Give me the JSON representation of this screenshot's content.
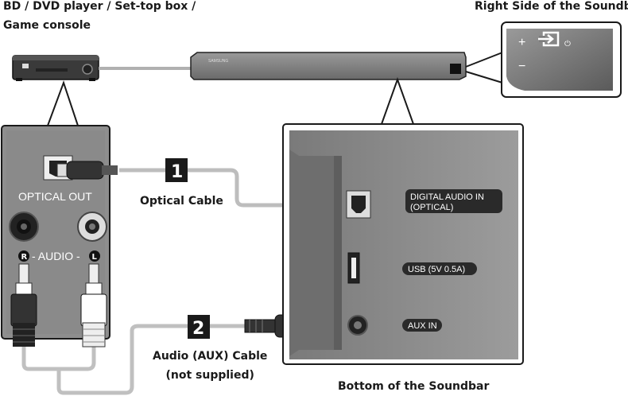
{
  "source_device_label_line1": "BD / DVD player / Set-top box /",
  "source_device_label_line2": "Game console",
  "right_side_label": "Right Side of the Soundbar",
  "bottom_label": "Bottom of the Soundbar",
  "soundbar_brand": "SAMSUNG",
  "cables": [
    {
      "number": "1",
      "name": "Optical Cable"
    },
    {
      "number": "2",
      "name_line1": "Audio (AUX) Cable",
      "name_line2": "(not supplied)"
    }
  ],
  "source_panel": {
    "optical_label": "OPTICAL OUT",
    "audio_label": "- AUDIO -",
    "audio_right_badge": "R",
    "audio_left_badge": "L"
  },
  "soundbar_ports": {
    "optical_line1": "DIGITAL AUDIO IN",
    "optical_line2": "(OPTICAL)",
    "usb": "USB (5V 0.5A)",
    "aux": "AUX IN"
  },
  "side_buttons": {
    "plus": "+",
    "minus": "−",
    "power": "⏻"
  },
  "colors": {
    "panel_gray": "#8c8c8c",
    "outline": "#1a1a1a",
    "badge": "#1a1a1a",
    "cable_gray": "#b0b0b0"
  }
}
